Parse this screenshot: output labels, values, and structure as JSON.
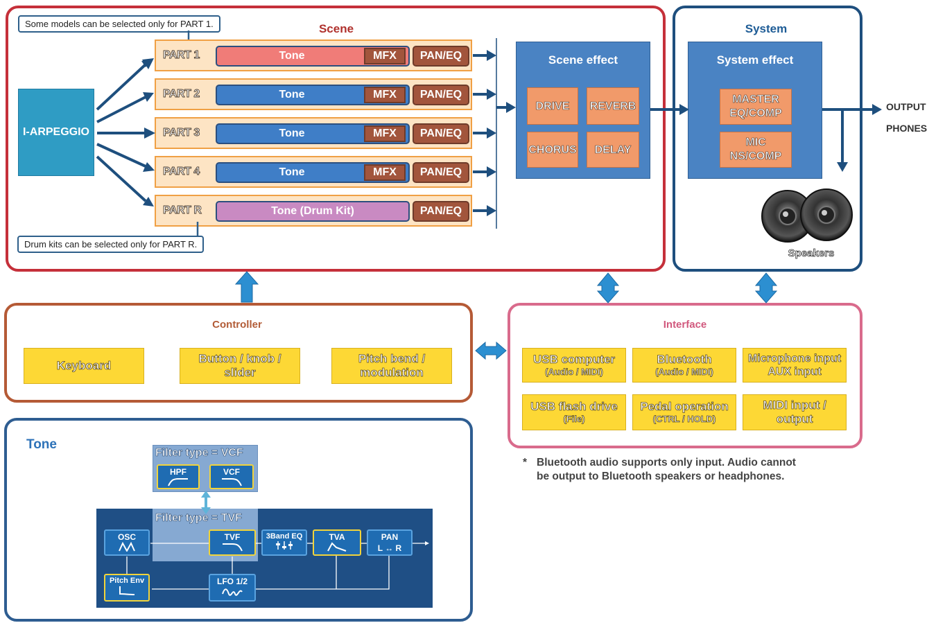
{
  "scene": {
    "title": "Scene",
    "note_top": "Some models can be selected only for PART 1.",
    "note_bottom": "Drum kits can be selected only for PART R.",
    "arpeggio": "I-ARPEGGIO",
    "parts": [
      {
        "label": "PART 1",
        "tone": "Tone",
        "mfx": "MFX",
        "paneq": "PAN/EQ",
        "tone_color": "#f07c78"
      },
      {
        "label": "PART 2",
        "tone": "Tone",
        "mfx": "MFX",
        "paneq": "PAN/EQ",
        "tone_color": "#3f7ec7"
      },
      {
        "label": "PART 3",
        "tone": "Tone",
        "mfx": "MFX",
        "paneq": "PAN/EQ",
        "tone_color": "#3f7ec7"
      },
      {
        "label": "PART 4",
        "tone": "Tone",
        "mfx": "MFX",
        "paneq": "PAN/EQ",
        "tone_color": "#3f7ec7"
      },
      {
        "label": "PART R",
        "tone": "Tone (Drum Kit)",
        "paneq": "PAN/EQ",
        "tone_color": "#c98ac2"
      }
    ],
    "effect": {
      "title": "Scene effect",
      "drive": "DRIVE",
      "reverb": "REVERB",
      "chorus": "CHORUS",
      "delay": "DELAY"
    }
  },
  "system": {
    "title": "System",
    "effect_title": "System effect",
    "master_l1": "MASTER",
    "master_l2": "EQ/COMP",
    "mic_l1": "MIC",
    "mic_l2": "NS/COMP",
    "speakers": "Speakers",
    "output": "OUTPUT",
    "phones": "PHONES"
  },
  "controller": {
    "title": "Controller",
    "keyboard": "Keyboard",
    "button_l1": "Button / knob /",
    "button_l2": "slider",
    "pitch_l1": "Pitch bend /",
    "pitch_l2": "modulation"
  },
  "interface": {
    "title": "Interface",
    "usb_computer": "USB computer",
    "usb_computer_sub": "(Audio / MIDI)",
    "bluetooth": "Bluetooth",
    "bluetooth_sub": "(Audio / MIDI)",
    "mic_l1": "Microphone input",
    "mic_l2": "AUX input",
    "usb_flash": "USB flash drive",
    "usb_flash_sub": "(File)",
    "pedal": "Pedal operation",
    "pedal_sub": "(CTRL / HOLD)",
    "midi_l1": "MIDI input /",
    "midi_l2": "output",
    "footnote_star": "*",
    "footnote_l1": "Bluetooth audio supports only input. Audio cannot",
    "footnote_l2": "be output to Bluetooth speakers or headphones."
  },
  "tone": {
    "title": "Tone",
    "vcf_title": "Filter type = VCF",
    "tvf_title": "Filter type = TVF",
    "hpf": "HPF",
    "vcf": "VCF",
    "osc": "OSC",
    "tvf": "TVF",
    "eq": "3Band EQ",
    "tva": "TVA",
    "pan": "PAN",
    "pan_lr": "L ↔ R",
    "pitch_env": "Pitch Env",
    "lfo": "LFO 1/2"
  }
}
